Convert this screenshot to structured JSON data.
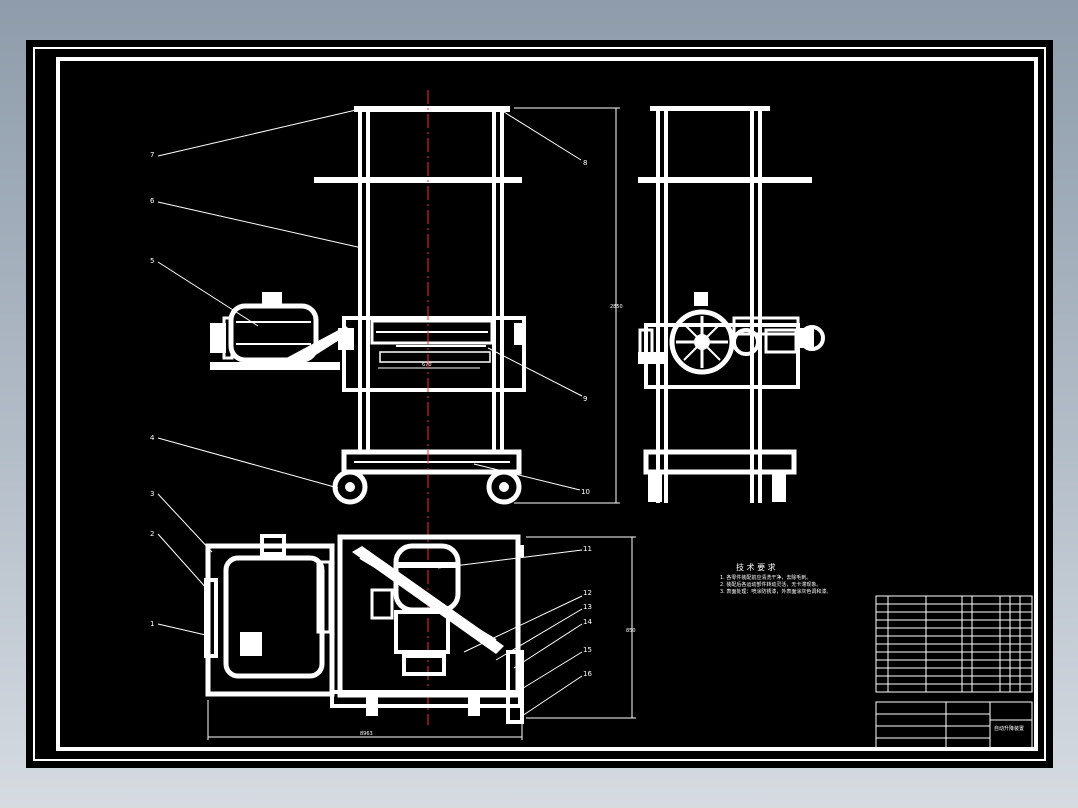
{
  "drawing": {
    "background": "#000000",
    "line_color": "#ffffff",
    "centerline_color": "#ff2a2a"
  },
  "balloons": [
    "7",
    "8",
    "6",
    "5",
    "9",
    "4",
    "10",
    "3",
    "2",
    "1",
    "11",
    "12",
    "13",
    "14",
    "15",
    "16"
  ],
  "dimensions": {
    "height_right": "2850",
    "top_inner": "670",
    "plan_right": "850",
    "plan_width": "8963"
  },
  "tech_requirements": {
    "title": "技 术 要 求",
    "lines": [
      "1. 各零件装配前应清洗干净，去除毛刺。",
      "2. 装配后各运动部件转动灵活，无卡滞现象。",
      "3. 表面处理：喷涂防锈漆，外表面涂灰色调和漆。"
    ]
  },
  "title_block": {
    "drawing_name": "自动升降装置"
  }
}
